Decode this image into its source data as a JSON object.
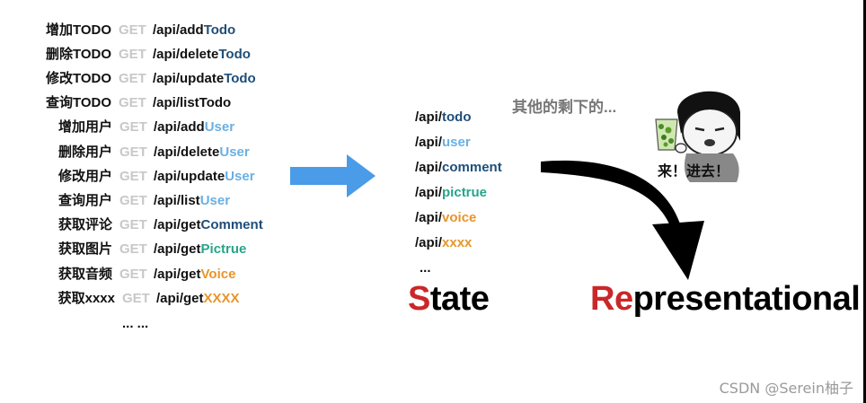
{
  "left_list": {
    "rows": [
      {
        "label": "增加TODO",
        "method": "GET",
        "path_base": "/api/add",
        "path_tail": "Todo",
        "tail_color": "dark"
      },
      {
        "label": "删除TODO",
        "method": "GET",
        "path_base": "/api/delete",
        "path_tail": "Todo",
        "tail_color": "dark"
      },
      {
        "label": "修改TODO",
        "method": "GET",
        "path_base": "/api/update",
        "path_tail": "Todo",
        "tail_color": "dark"
      },
      {
        "label": "查询TODO",
        "method": "GET",
        "path_base": "/api/listTodo",
        "path_tail": "",
        "tail_color": "base"
      },
      {
        "label": "增加用户",
        "method": "GET",
        "path_base": "/api/add",
        "path_tail": "User",
        "tail_color": "light"
      },
      {
        "label": "删除用户",
        "method": "GET",
        "path_base": "/api/delete",
        "path_tail": "User",
        "tail_color": "light"
      },
      {
        "label": "修改用户",
        "method": "GET",
        "path_base": "/api/update",
        "path_tail": "User",
        "tail_color": "light"
      },
      {
        "label": "查询用户",
        "method": "GET",
        "path_base": "/api/list",
        "path_tail": "User",
        "tail_color": "light"
      },
      {
        "label": "获取评论",
        "method": "GET",
        "path_base": "/api/get",
        "path_tail": "Comment",
        "tail_color": "dark"
      },
      {
        "label": "获取图片",
        "method": "GET",
        "path_base": "/api/get",
        "path_tail": "Pictrue",
        "tail_color": "green"
      },
      {
        "label": "获取音频",
        "method": "GET",
        "path_base": "/api/get",
        "path_tail": "Voice",
        "tail_color": "orange"
      },
      {
        "label": "获取xxxx",
        "method": "GET",
        "path_base": "/api/get",
        "path_tail": "XXXX",
        "tail_color": "orange"
      }
    ],
    "more": "... ..."
  },
  "resources": {
    "items": [
      {
        "base": "/api/",
        "tail": "todo",
        "tail_color": "dark"
      },
      {
        "base": "/api/",
        "tail": "user",
        "tail_color": "light"
      },
      {
        "base": "/api/",
        "tail": "comment",
        "tail_color": "dark"
      },
      {
        "base": "/api/",
        "tail": "pictrue",
        "tail_color": "green"
      },
      {
        "base": "/api/",
        "tail": "voice",
        "tail_color": "orange"
      },
      {
        "base": "/api/",
        "tail": "xxxx",
        "tail_color": "orange"
      }
    ],
    "dots": "..."
  },
  "state_word": {
    "accent": "S",
    "rest": "tate"
  },
  "representational_word": {
    "accent": "Re",
    "rest": "presentational"
  },
  "remaining_text": "其他的剩下的...",
  "meme_caption": "来！进去！",
  "watermark": "CSDN @Serein柚子",
  "colors": {
    "dark": "#1f4e79",
    "light": "#6ab0e3",
    "green": "#27a58a",
    "orange": "#e8952a",
    "accent_red": "#c9282a",
    "arrow_blue": "#4a9be8"
  },
  "icons": [
    "right-arrow-icon",
    "curved-arrow-icon",
    "meme-face-icon"
  ]
}
